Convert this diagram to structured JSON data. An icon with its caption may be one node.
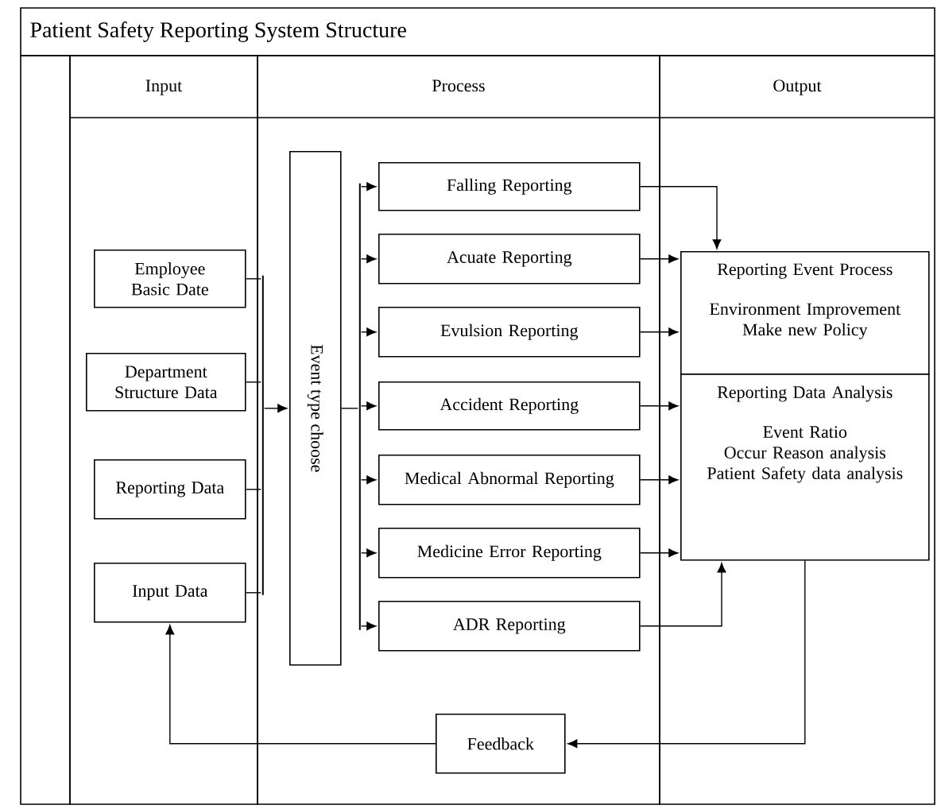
{
  "diagram": {
    "title": "Patient Safety Reporting System Structure",
    "nodes": [
      {
        "text": [
          "Input"
        ]
      },
      {
        "text": [
          "Process"
        ]
      },
      {
        "text": [
          "Output"
        ]
      },
      {
        "text": [
          "Employee Basic Date"
        ],
        "in": 0
      },
      {
        "text": [
          "Department Structure Data"
        ],
        "in": 0
      },
      {
        "text": [
          "Reporting Data"
        ],
        "in": 0
      },
      {
        "text": [
          "Input Data"
        ],
        "in": 0
      },
      {
        "text": [
          "Event type choose"
        ],
        "in": 1
      },
      {
        "text": [
          "Falling Reporting"
        ],
        "in": 1
      },
      {
        "text": [
          "Acuate Reporting"
        ],
        "in": 1
      },
      {
        "text": [
          "Evulsion Reporting"
        ],
        "in": 1
      },
      {
        "text": [
          "Accident Reporting"
        ],
        "in": 1
      },
      {
        "text": [
          "Medical Abnormal Reporting"
        ],
        "in": 1
      },
      {
        "text": [
          "Medicine Error Reporting"
        ],
        "in": 1
      },
      {
        "text": [
          "ADR Reporting"
        ],
        "in": 1
      },
      {
        "text": [
          "Reporting Event Process",
          "Environment Improvement",
          "Make new Policy"
        ],
        "in": 2
      },
      {
        "text": [
          "Reporting Data Analysis",
          "Event Ratio",
          "Occur Reason analysis",
          "Patient Safety data analysis"
        ],
        "in": 2
      },
      {
        "text": [
          "Feedback"
        ],
        "in": 1
      },
      {
        "text": [],
        "shape": "bar",
        "in": 1
      },
      {
        "text": [],
        "shape": "bar",
        "in": 1
      }
    ],
    "edges": [
      {
        "from": 3,
        "to": 18,
        "arrow": "none"
      },
      {
        "from": 4,
        "to": 18,
        "arrow": "none"
      },
      {
        "from": 5,
        "to": 18,
        "arrow": "none"
      },
      {
        "from": 6,
        "to": 18,
        "arrow": "none"
      },
      {
        "from": 18,
        "to": 7,
        "arrow": "to"
      },
      {
        "from": 7,
        "to": 19,
        "arrow": "none"
      },
      {
        "from": 19,
        "to": 8,
        "arrow": "to"
      },
      {
        "from": 19,
        "to": 9,
        "arrow": "to"
      },
      {
        "from": 19,
        "to": 10,
        "arrow": "to"
      },
      {
        "from": 19,
        "to": 11,
        "arrow": "to"
      },
      {
        "from": 19,
        "to": 12,
        "arrow": "to"
      },
      {
        "from": 19,
        "to": 13,
        "arrow": "to"
      },
      {
        "from": 19,
        "to": 14,
        "arrow": "to"
      },
      {
        "from": 8,
        "to": 15,
        "arrow": "to"
      },
      {
        "from": 9,
        "to": 15,
        "arrow": "to"
      },
      {
        "from": 10,
        "to": 15,
        "arrow": "to"
      },
      {
        "from": 11,
        "to": 16,
        "arrow": "to"
      },
      {
        "from": 12,
        "to": 16,
        "arrow": "to"
      },
      {
        "from": 13,
        "to": 16,
        "arrow": "to"
      },
      {
        "from": 14,
        "to": 16,
        "arrow": "to"
      },
      {
        "from": 16,
        "to": 17,
        "arrow": "to"
      },
      {
        "from": 17,
        "to": 6,
        "arrow": "to"
      }
    ]
  }
}
